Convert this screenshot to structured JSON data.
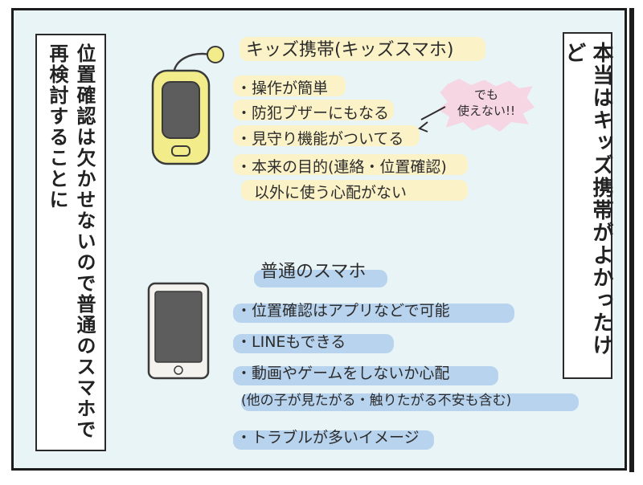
{
  "left_note": "位置確認は欠かせないので普通のスマホで再検討することに",
  "right_note": "本当はキッズ携帯がよかったけど",
  "kids_phone": {
    "title": "キッズ携帯(キッズスマホ)",
    "bullets": [
      "・操作が簡単",
      "・防犯ブザーにもなる",
      "・見守り機能がついてる",
      "・本来の目的(連絡・位置確認)",
      "以外に使う心配がない"
    ],
    "bubble_lines": [
      "でも",
      "使えない!!"
    ]
  },
  "normal_phone": {
    "title": "普通のスマホ",
    "bullets": [
      "・位置確認はアプリなどで可能",
      "・LINEもできる",
      "・動画やゲームをしないか心配",
      "(他の子が見たがる・触りたがる不安も含む)",
      "・トラブルが多いイメージ"
    ]
  },
  "colors": {
    "panel_bg": "#e9f4f6",
    "kids_phone_body": "#f3ec8a",
    "kids_phone_screen": "#5d5d5d",
    "highlight_yellow": "#fbf2c7",
    "highlight_blue": "#b7d3ee",
    "bubble_pink": "#f6d6e3",
    "smartphone_body": "#f4f2ee"
  }
}
